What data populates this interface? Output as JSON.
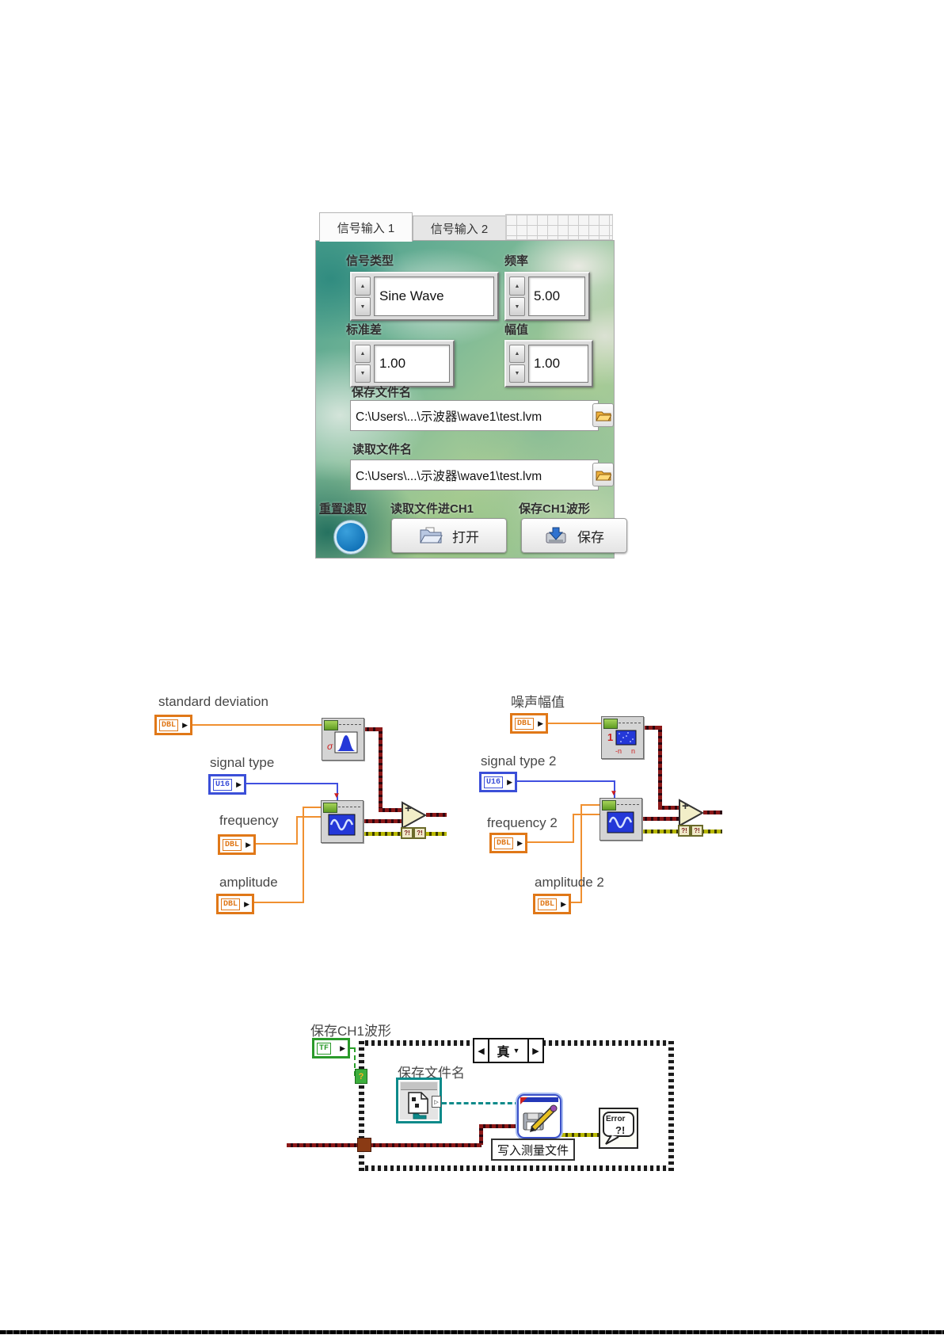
{
  "icons": {
    "spinner_up": "▲",
    "spinner_down": "▼",
    "terminal_arrow": "▶",
    "case_left": "◀",
    "case_right": "▶",
    "case_drop": "▼",
    "out_arrow": "▷",
    "red_drop": "▼"
  },
  "front_panel": {
    "tab1": "信号输入 1",
    "tab2": "信号输入 2",
    "signal_type_label": "信号类型",
    "signal_type_value": "Sine Wave",
    "frequency_label": "频率",
    "frequency_value": "5.00",
    "std_label": "标准差",
    "std_value": "1.00",
    "amp_label": "幅值",
    "amp_value": "1.00",
    "save_path_label": "保存文件名",
    "save_path_value": "C:\\Users\\...\\示波器\\wave1\\test.lvm",
    "read_path_label": "读取文件名",
    "read_path_value": "C:\\Users\\...\\示波器\\wave1\\test.lvm",
    "reset_read_label": "重置读取",
    "read_ch1_label": "读取文件进CH1",
    "save_ch1_label": "保存CH1波形",
    "open_btn": "打开",
    "save_btn": "保存"
  },
  "diagram1": {
    "std_label": "standard deviation",
    "signal_type_label": "signal type",
    "frequency_label": "frequency",
    "amplitude_label": "amplitude",
    "noise_amp_label": "噪声幅值",
    "signal_type2_label": "signal type 2",
    "frequency2_label": "frequency 2",
    "amplitude2_label": "amplitude 2",
    "dbl": "DBL",
    "u16": "U16",
    "add": "+",
    "err": "?!",
    "sigma": "σ",
    "one": "1",
    "neg_n": "-n",
    "n": "n"
  },
  "diagram2": {
    "save_ch1_label": "保存CH1波形",
    "tf": "TF",
    "case_value": "真",
    "save_path_label": "保存文件名",
    "write_label": "写入测量文件",
    "error_word": "Error",
    "error_marks": "?!",
    "tunnel": "?"
  },
  "colors": {
    "dbl_orange": "#f09030",
    "u16_blue": "#4050e0",
    "bool_green": "#2a9a2a",
    "dynamic_wire_red": "#8b1818",
    "error_wire_olive": "#b8b800",
    "path_wire_teal": "#0d8a8a"
  }
}
